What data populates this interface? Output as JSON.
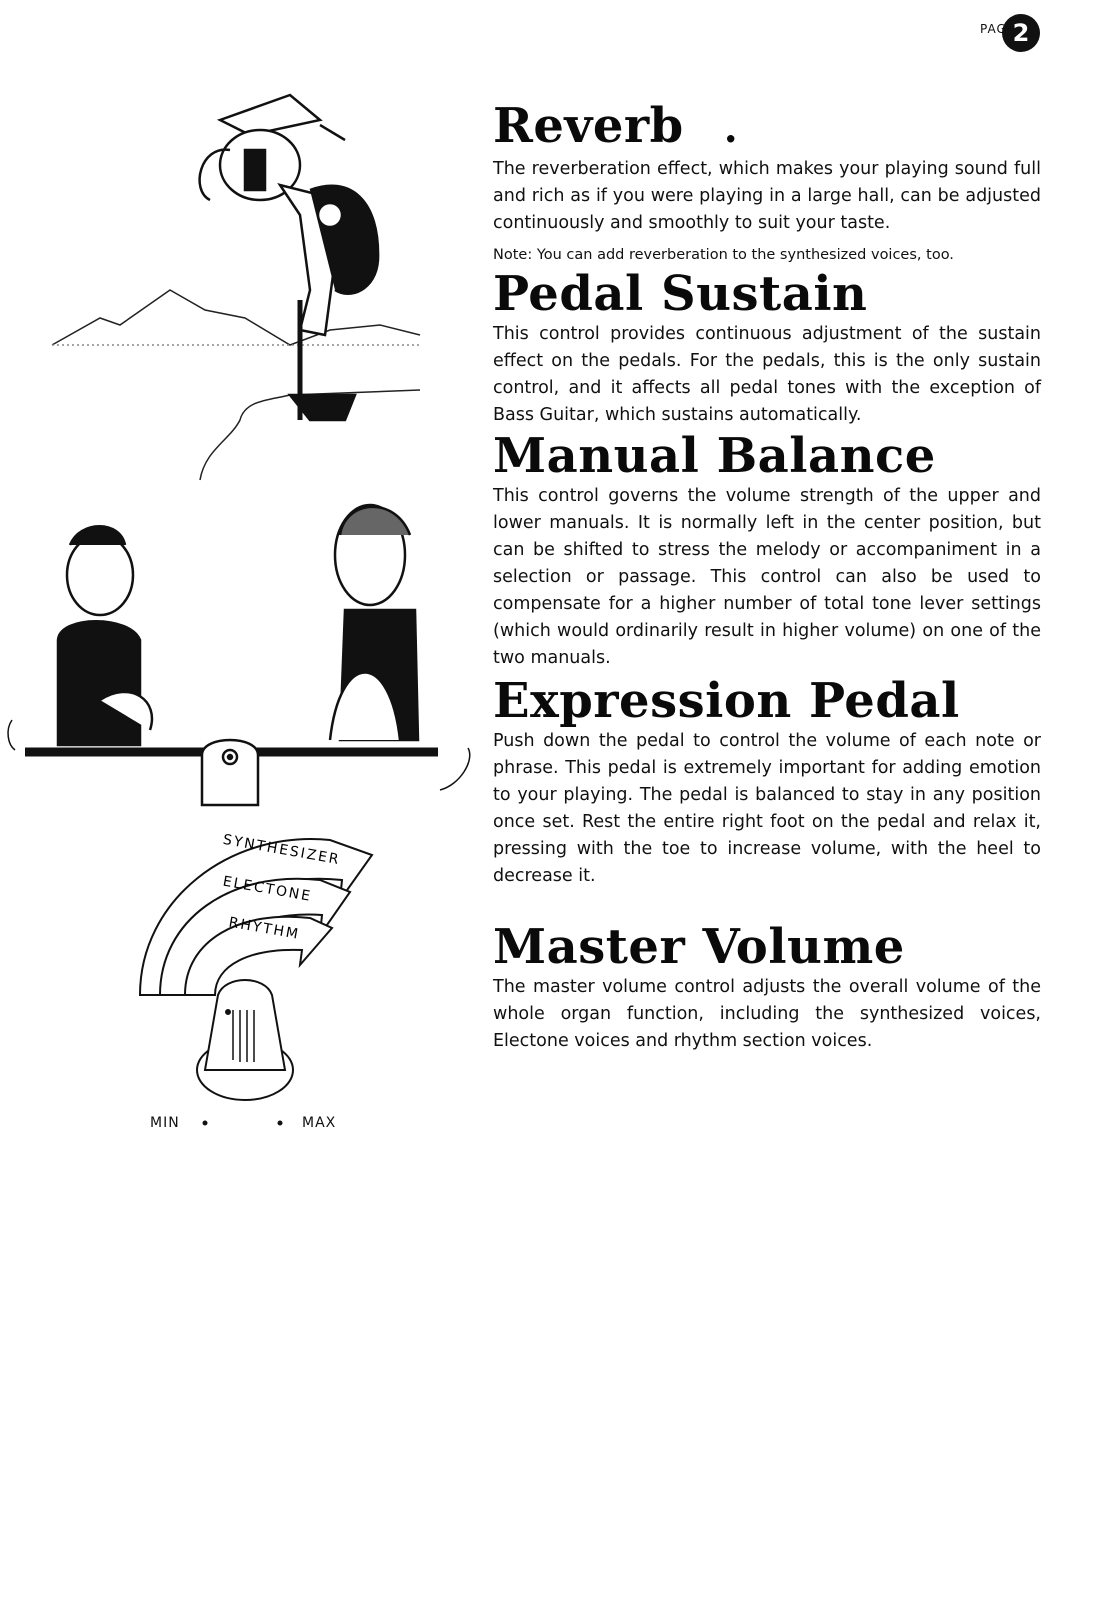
{
  "page_badge": {
    "label": "PAGE",
    "number": "2"
  },
  "sections": {
    "reverb": {
      "title": "Reverb",
      "title_mark": ".",
      "body": "The reverberation effect, which makes your playing sound full and rich as if you were playing in a large hall, can be adjusted continuously and smoothly to suit your taste.",
      "note": "Note:  You can add reverberation to the synthesized voices, too."
    },
    "pedal_sustain": {
      "title": "Pedal Sustain",
      "body": "This control provides continuous adjustment of the sustain effect on the pedals.  For the pedals, this is the only sustain control, and it affects all pedal tones with the exception of Bass Guitar, which sustains automatically."
    },
    "manual_balance": {
      "title": "Manual Balance",
      "body": "This control governs the volume strength of the upper and lower manuals.  It is normally left in the center position, but can be shifted to stress the melody or accompaniment in a selection or passage.  This control can also be used to compensate for a higher number of total tone lever settings (which would ordinarily result in higher volume) on one of the two manuals."
    },
    "expression_pedal": {
      "title": "Expression Pedal",
      "body": "Push down the pedal to control the volume of each note or phrase.  This pedal is extremely important for adding emotion to your playing.  The pedal is balanced to stay in any position once set.  Rest the entire right foot on the pedal and relax it, pressing with the toe to increase volume, with the heel to decrease it."
    },
    "master_volume": {
      "title": "Master Volume",
      "body": "The master volume control adjusts the overall volume of the whole organ function, including the synthesized voices, Electone voices and rhythm section voices."
    }
  },
  "illustration": {
    "arcs": [
      "SYNTHESIZER",
      "ELECTONE",
      "RHYTHM"
    ],
    "knob_min": "MIN",
    "knob_max": "MAX"
  }
}
